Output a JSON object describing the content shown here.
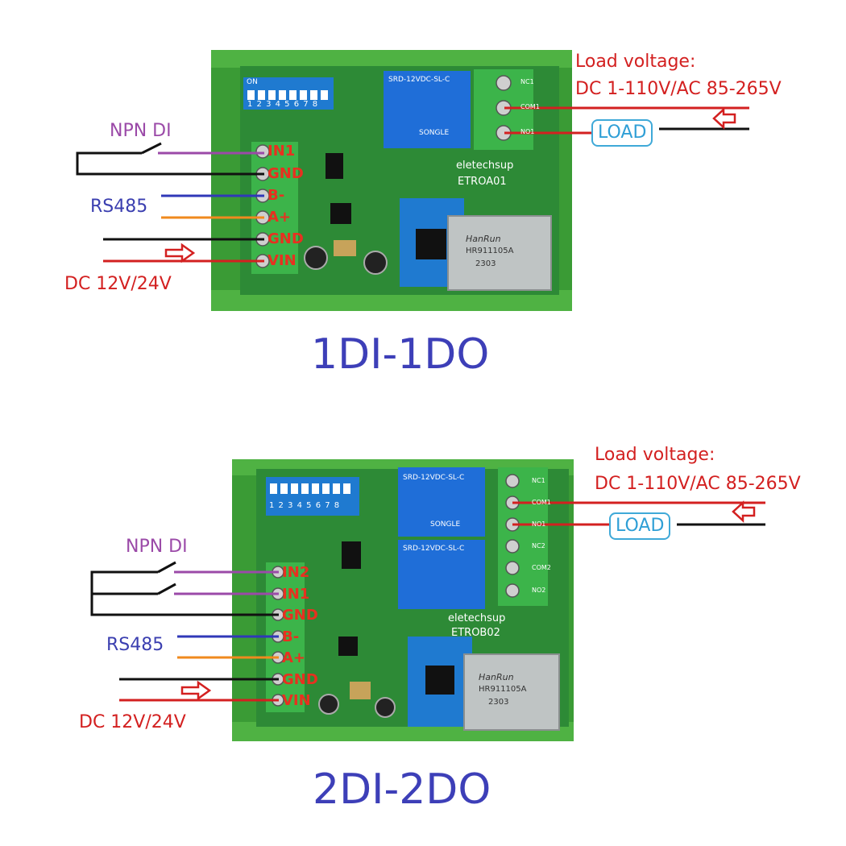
{
  "colors": {
    "board_green": "#2e8b3a",
    "case_green": "#3fa33b",
    "wire_purple": "#9b4aa8",
    "wire_blue": "#3038b8",
    "wire_orange": "#f08a1e",
    "wire_red": "#d32020",
    "wire_black": "#111111",
    "relay_blue": "#1f6ed8",
    "title_blue": "#3d3fb8"
  },
  "top": {
    "title": "1DI-1DO",
    "load_voltage_line1": "Load voltage:",
    "load_voltage_line2": "DC 1-110V/AC 85-265V",
    "load_label": "LOAD",
    "npn_label": "NPN DI",
    "rs485_label": "RS485",
    "power_label": "DC 12V/24V",
    "terminals": [
      "IN1",
      "GND",
      "B-",
      "A+",
      "GND",
      "VIN"
    ],
    "board_name": "eletechsup",
    "model": "ETROA01",
    "relay_terminals": [
      "NC1",
      "COM1",
      "NO1"
    ],
    "switch_label": "ON",
    "switch_numbers": "1 2 3 4 5 6 7 8",
    "chip_text": "HanRun",
    "chip_part": "HR911105A",
    "chip_code": "2303",
    "relay_text": "SRD-12VDC-SL-C",
    "relay_brand": "SONGLE"
  },
  "bottom": {
    "title": "2DI-2DO",
    "load_voltage_line1": "Load voltage:",
    "load_voltage_line2": "DC 1-110V/AC 85-265V",
    "load_label": "LOAD",
    "npn_label": "NPN DI",
    "rs485_label": "RS485",
    "power_label": "DC 12V/24V",
    "terminals": [
      "IN2",
      "IN1",
      "GND",
      "B-",
      "A+",
      "GND",
      "VIN"
    ],
    "board_name": "eletechsup",
    "model": "ETROB02",
    "relay_terminals": [
      "NC1",
      "COM1",
      "NO1",
      "NC2",
      "COM2",
      "NO2"
    ],
    "switch_numbers": "1 2 3 4 5 6 7 8",
    "chip_text": "HanRun",
    "chip_part": "HR911105A",
    "chip_code": "2303",
    "relay_text": "SRD-12VDC-SL-C",
    "relay_brand": "SONGLE"
  }
}
